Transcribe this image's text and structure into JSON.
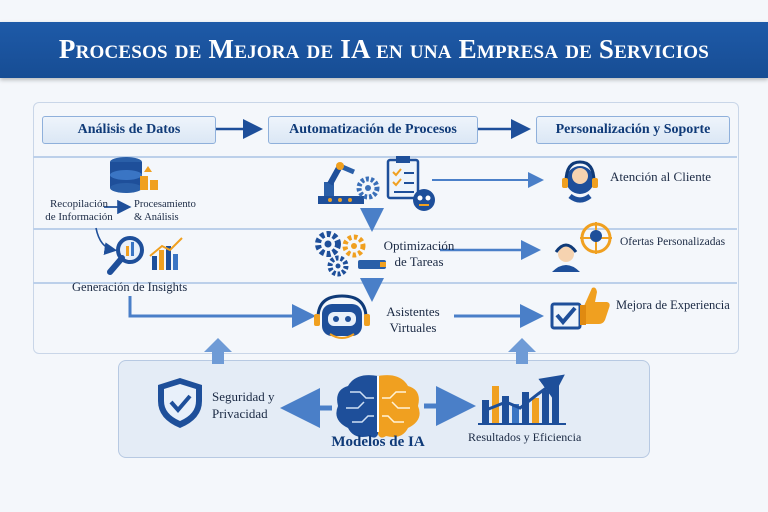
{
  "title": "Procesos de Mejora de IA en una Empresa de Servicios",
  "stages": [
    "Análisis de Datos",
    "Automatización de Procesos",
    "Personalización y Soporte"
  ],
  "column1": {
    "recopilacion": [
      "Recopilación",
      "de Información"
    ],
    "procesamiento": [
      "Procesamiento",
      "& Análisis"
    ],
    "insights": "Generación de Insights"
  },
  "column2": {
    "optimizacion": [
      "Optimización",
      "de Tareas"
    ],
    "asistentes": [
      "Asistentes",
      "Virtuales"
    ]
  },
  "column3": {
    "atencion": "Atención al Cliente",
    "ofertas": "Ofertas Personalizadas",
    "experiencia": "Mejora de Experiencia"
  },
  "bottom": {
    "seguridad": [
      "Seguridad y",
      "Privacidad"
    ],
    "modelos": "Modelos de IA",
    "resultados": "Resultados y Eficiencia"
  },
  "colors": {
    "primary": "#1e5aa8",
    "accent": "#f0a020",
    "arrow": "#4a7fc8"
  }
}
